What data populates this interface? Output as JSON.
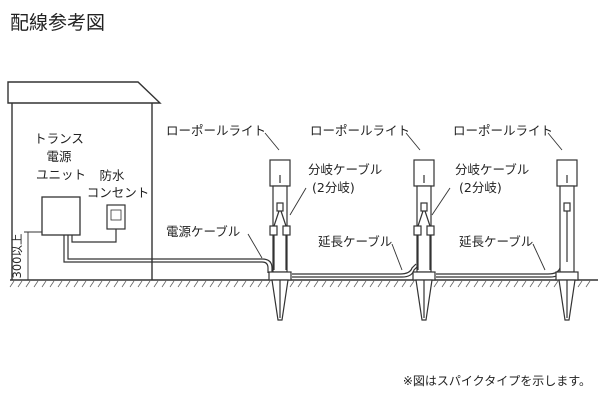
{
  "title": "配線参考図",
  "labels": {
    "transformer": [
      "トランス",
      "電源",
      "ユニット"
    ],
    "outlet": [
      "防水",
      "コンセント"
    ],
    "light1": "ローポールライト",
    "light2": "ローポールライト",
    "light3": "ローポールライト",
    "branch1": [
      "分岐ケーブル",
      "(2分岐)"
    ],
    "branch2": [
      "分岐ケーブル",
      "(2分岐)"
    ],
    "power_cable": "電源ケーブル",
    "ext1": "延長ケーブル",
    "ext2": "延長ケーブル",
    "height": "300以上"
  },
  "note": "※図はスパイクタイプを示します。"
}
